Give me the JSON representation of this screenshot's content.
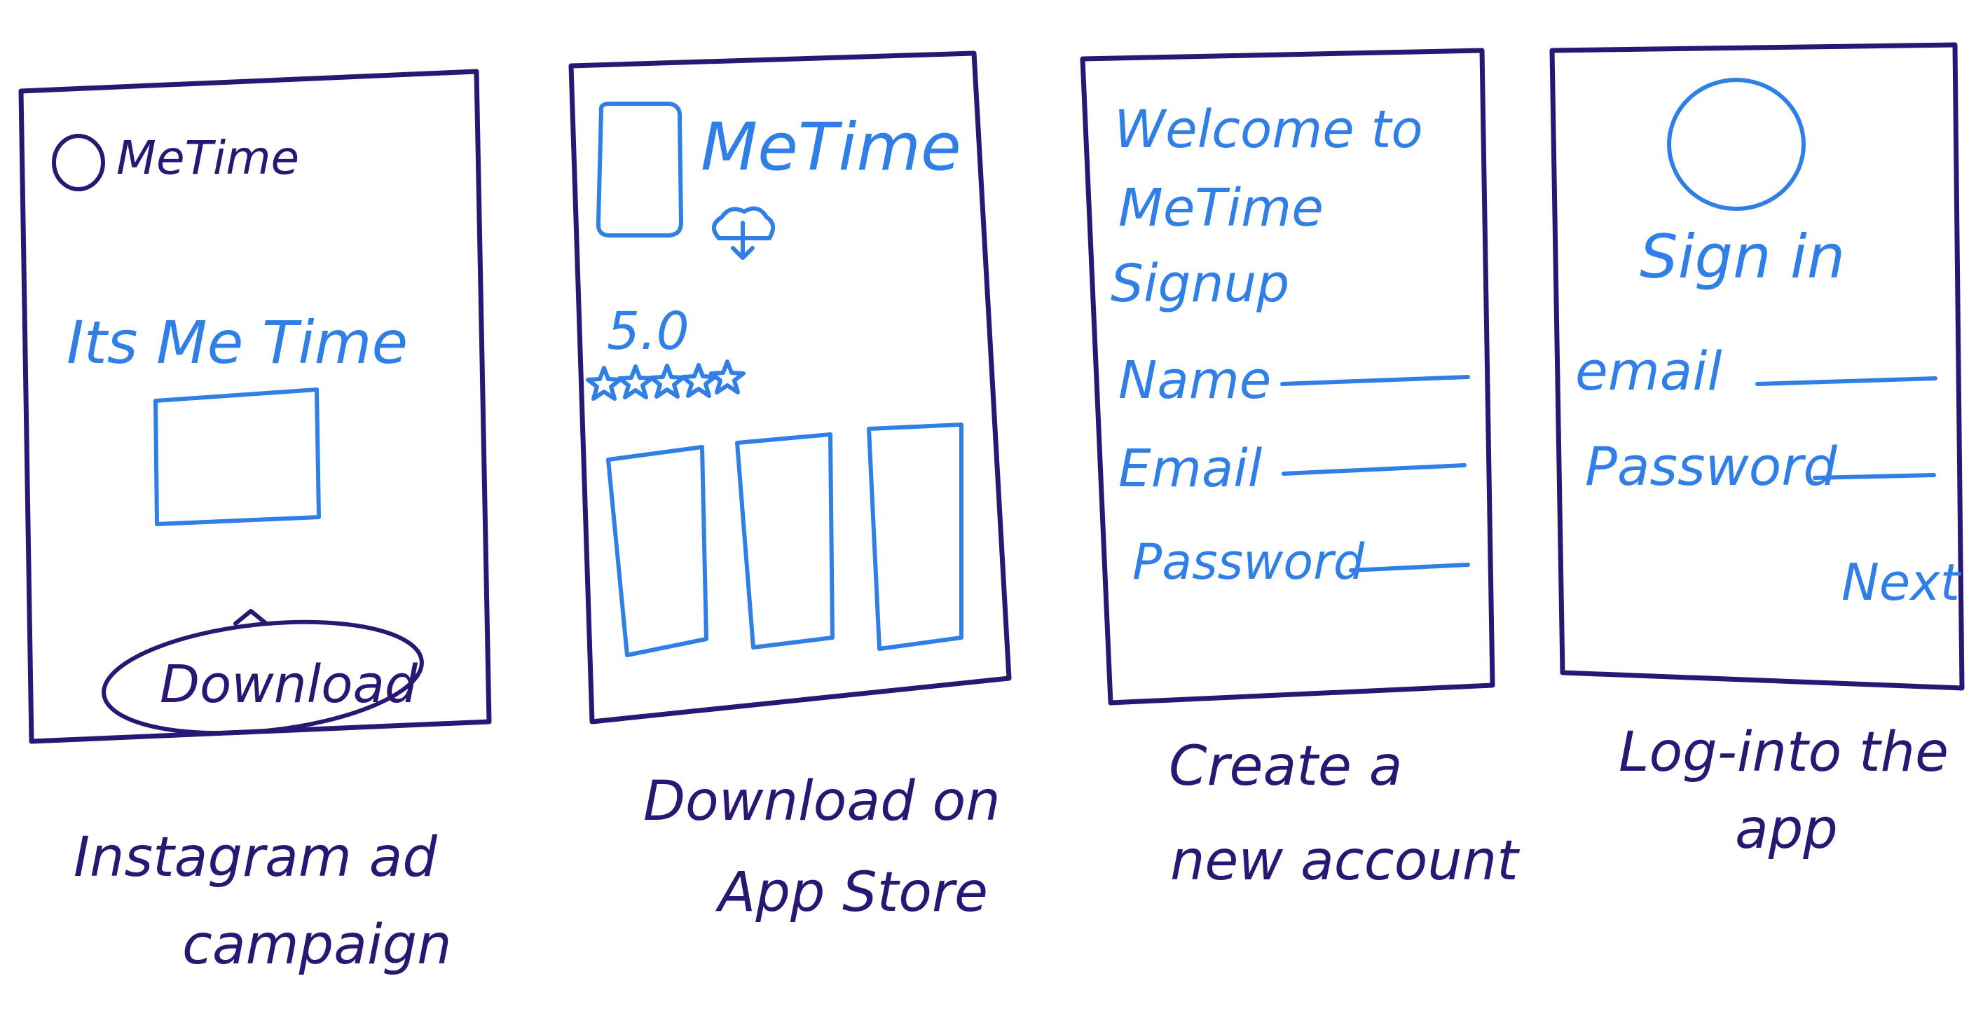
{
  "screens": [
    {
      "logo_text": "MeTime",
      "headline": "Its Me Time",
      "button_label": "Download",
      "caption_line1": "Instagram ad",
      "caption_line2": "campaign"
    },
    {
      "app_name": "MeTime",
      "rating": "5.0",
      "caption_line1": "Download on",
      "caption_line2": "App Store"
    },
    {
      "title_line1": "Welcome to",
      "title_line2": "MeTime",
      "title_line3": "Signup",
      "fields": [
        "Name",
        "Email",
        "Password"
      ],
      "caption_line1": "Create a",
      "caption_line2": "new account"
    },
    {
      "title": "Sign in",
      "fields": [
        "email",
        "Password"
      ],
      "next_label": "Next",
      "caption_line1": "Log-into the",
      "caption_line2": "app"
    }
  ],
  "colors": {
    "frame": "#2a1673",
    "sketch_blue": "#2f7fe6",
    "background": "#ffffff"
  },
  "icons": {
    "screen1_logo": "circle-logo-icon",
    "screen1_chevron": "chevron-up-icon",
    "screen2_cloud": "cloud-download-icon",
    "screen2_stars": "star-icon"
  }
}
